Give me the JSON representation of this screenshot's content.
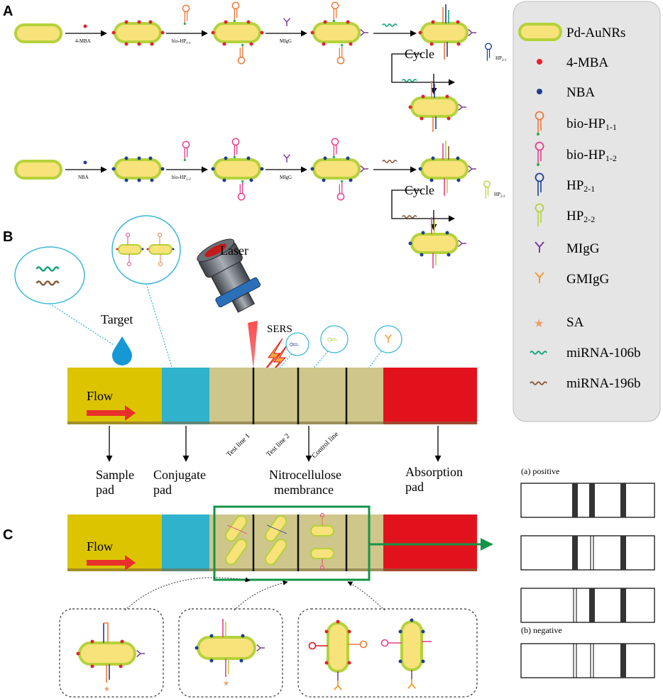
{
  "panels": {
    "a": "A",
    "b": "B",
    "c": "C"
  },
  "scheme": {
    "row1": {
      "step1": "4-MBA",
      "step2": "bio-HP",
      "step2_sub": "1-1",
      "step3": "MIgG",
      "cycle": "Cycle",
      "hp": "HP",
      "hp_sub": "2-1"
    },
    "row2": {
      "step1": "NBA",
      "step2": "bio-HP",
      "step2_sub": "1-2",
      "step3": "MIgG",
      "cycle": "Cycle",
      "hp": "HP",
      "hp_sub": "2-2"
    }
  },
  "legend": {
    "items": [
      {
        "label": "Pd-AuNRs",
        "sub": ""
      },
      {
        "label": "4-MBA",
        "sub": ""
      },
      {
        "label": "NBA",
        "sub": ""
      },
      {
        "label": "bio-HP",
        "sub": "1-1"
      },
      {
        "label": "bio-HP",
        "sub": "1-2"
      },
      {
        "label": "HP",
        "sub": "2-1"
      },
      {
        "label": "HP",
        "sub": "2-2"
      },
      {
        "label": "MIgG",
        "sub": ""
      },
      {
        "label": "GMIgG",
        "sub": ""
      },
      {
        "label": "SA",
        "sub": ""
      },
      {
        "label": "miRNA-106b",
        "sub": ""
      },
      {
        "label": "miRNA-196b",
        "sub": ""
      }
    ]
  },
  "strip_b": {
    "laser": "Laser",
    "sers": "SERS",
    "target": "Target",
    "flow": "Flow",
    "lines": [
      "Test line 1",
      "Test line 2",
      "Control line"
    ],
    "pads": {
      "sample": [
        "Sample",
        "pad"
      ],
      "conjugate": [
        "Conjugate",
        "pad"
      ],
      "membrane": [
        "Nitrocellulose",
        "membrance"
      ],
      "absorption": [
        "Absorption",
        "pad"
      ]
    }
  },
  "strip_c": {
    "flow": "Flow"
  },
  "results": {
    "positive": "(a) positive",
    "negative": "(b) negative"
  },
  "colors": {
    "sample_pad": "#dcc400",
    "conjugate_pad": "#2fb2cc",
    "membrane": "#cfc68b",
    "absorption_pad": "#e2121c",
    "rod_fill": "#f8e27a",
    "rod_border": "#b4d23a",
    "mba_dot": "#e8202a",
    "nba_dot": "#1f3f8f",
    "green_frame": "#149447",
    "callout": "#3bb8d6"
  }
}
